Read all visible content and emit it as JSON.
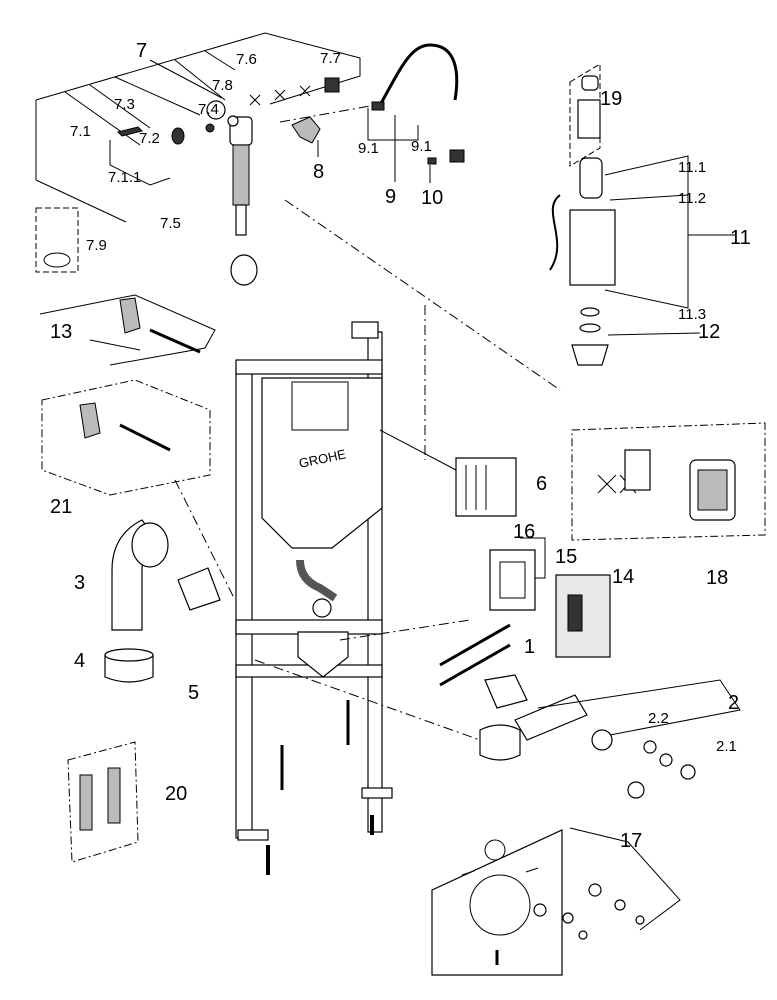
{
  "brand_logo": "GROHE",
  "labels": [
    "7",
    "7.6",
    "7.7",
    "7.8",
    "7.3",
    "7.4",
    "7.1",
    "7.2",
    "7.1.1",
    "8",
    "9.1",
    "9.1",
    "9",
    "10",
    "7.5",
    "7.9",
    "19",
    "11.1",
    "11.2",
    "11",
    "11.3",
    "12",
    "13",
    "6",
    "21",
    "16",
    "15",
    "14",
    "18",
    "3",
    "1",
    "4",
    "5",
    "2",
    "2.2",
    "2.1",
    "20",
    "17"
  ]
}
